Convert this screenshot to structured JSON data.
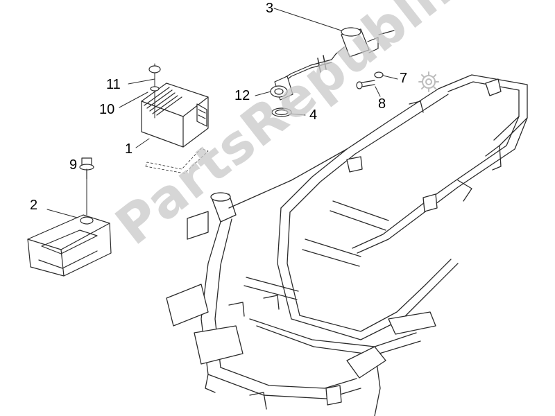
{
  "watermark": {
    "text": "PartsRepublik"
  },
  "callouts": [
    {
      "number": "1",
      "part": "voltage-regulator"
    },
    {
      "number": "2",
      "part": "regulator-cover"
    },
    {
      "number": "3",
      "part": "ignition-coil"
    },
    {
      "number": "4",
      "part": "o-ring"
    },
    {
      "number": "7",
      "part": "washer"
    },
    {
      "number": "8",
      "part": "screw"
    },
    {
      "number": "9",
      "part": "bolt"
    },
    {
      "number": "10",
      "part": "washer"
    },
    {
      "number": "11",
      "part": "screw"
    },
    {
      "number": "12",
      "part": "spark-plug-cap"
    }
  ],
  "colors": {
    "line": "#2a2a2a",
    "fill": "#ffffff",
    "watermark": "#c9c9c9",
    "text": "#000000"
  },
  "icons": {
    "gear": "gear-icon"
  }
}
